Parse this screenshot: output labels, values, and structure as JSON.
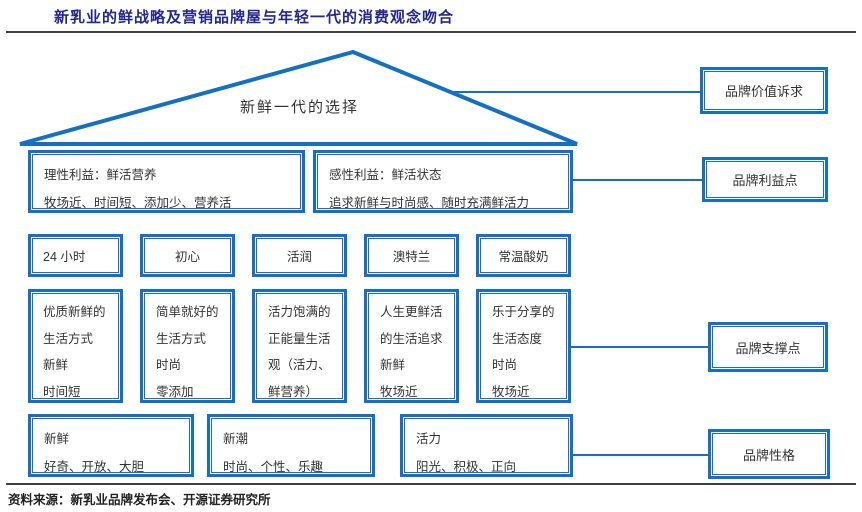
{
  "title": "新乳业的鲜战略及营销品牌屋与年轻一代的消费观念吻合",
  "colors": {
    "accent": "#1470C2",
    "title": "#23278F",
    "text": "#333333",
    "line": "#404040"
  },
  "roof": {
    "label": "新鲜一代的选择"
  },
  "right_labels": [
    {
      "label": "品牌价值诉求"
    },
    {
      "label": "品牌利益点"
    },
    {
      "label": "品牌支撑点"
    },
    {
      "label": "品牌性格"
    }
  ],
  "benefit_boxes": [
    {
      "lines": [
        "理性利益：鲜活营养",
        "牧场近、时间短、添加少、营养活"
      ]
    },
    {
      "lines": [
        "感性利益：鲜活状态",
        "追求新鲜与时尚感、随时充满鲜活力"
      ]
    }
  ],
  "brand_boxes": [
    {
      "label": "24 小时"
    },
    {
      "label": "初心"
    },
    {
      "label": "活润"
    },
    {
      "label": "澳特兰"
    },
    {
      "label": "常温酸奶"
    }
  ],
  "support_boxes": [
    {
      "lines": [
        "优质新鲜的",
        "生活方式",
        "新鲜",
        "时间短"
      ]
    },
    {
      "lines": [
        "简单就好的",
        "生活方式",
        "时尚",
        "零添加"
      ]
    },
    {
      "lines": [
        "活力饱满的",
        "正能量生活",
        "观（活力、",
        "鲜营养）"
      ]
    },
    {
      "lines": [
        "人生更鲜活",
        "的生活追求",
        "新鲜",
        "牧场近"
      ]
    },
    {
      "lines": [
        "乐于分享的",
        "生活态度",
        "时尚",
        "牧场近"
      ]
    }
  ],
  "personality_boxes": [
    {
      "lines": [
        "新鲜",
        "好奇、开放、大胆"
      ]
    },
    {
      "lines": [
        "新潮",
        "时尚、个性、乐趣"
      ]
    },
    {
      "lines": [
        "活力",
        "阳光、积极、正向"
      ]
    }
  ],
  "source": "资料来源：新乳业品牌发布会、开源证券研究所"
}
